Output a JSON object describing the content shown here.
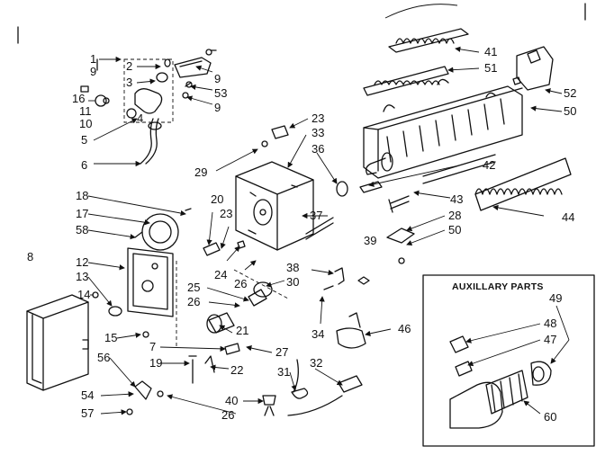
{
  "labels": [
    "1",
    "2",
    "3",
    "4",
    "5",
    "6",
    "7",
    "8",
    "9",
    "9",
    "9",
    "10",
    "11",
    "12",
    "13",
    "14",
    "15",
    "16",
    "17",
    "18",
    "19",
    "20",
    "21",
    "22",
    "23",
    "23",
    "24",
    "25",
    "26",
    "26",
    "26",
    "27",
    "28",
    "29",
    "30",
    "31",
    "32",
    "33",
    "34",
    "36",
    "37",
    "38",
    "39",
    "40",
    "41",
    "42",
    "43",
    "44",
    "46",
    "47",
    "48",
    "49",
    "50",
    "50",
    "51",
    "52",
    "53",
    "54",
    "56",
    "57",
    "58",
    "60"
  ],
  "auxiliary_parts_title": "AUXILLARY PARTS"
}
